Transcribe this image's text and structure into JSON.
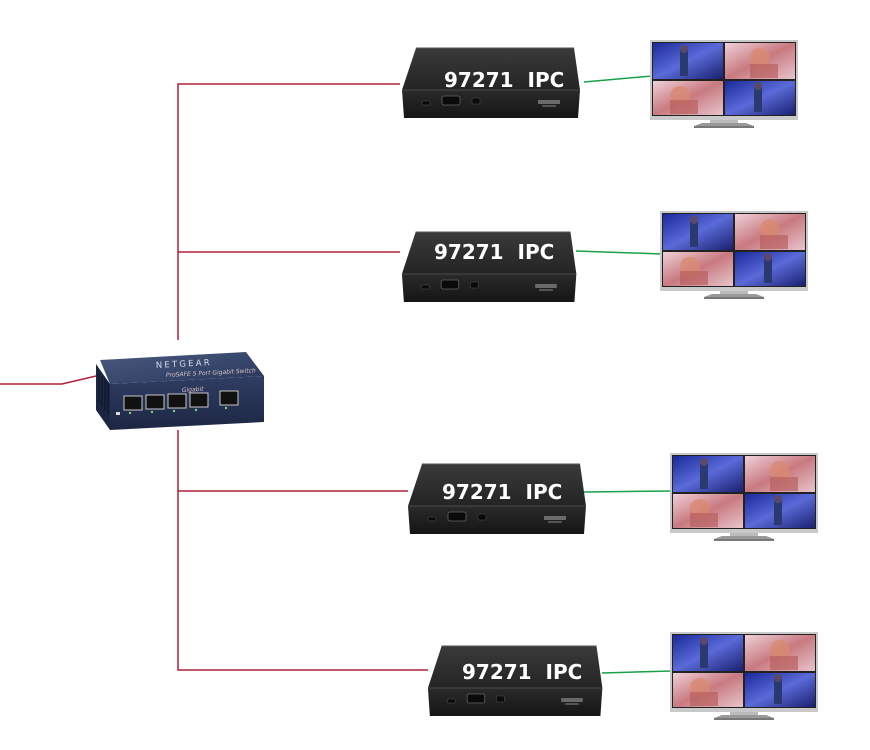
{
  "switch": {
    "brand": "NETGEAR",
    "model": "Gigabit",
    "subtitle": "ProSAFE 5 Port Gigabit Switch",
    "icon": "network-switch-icon"
  },
  "decoders": [
    {
      "label": "97271  IPC"
    },
    {
      "label": "97271  IPC"
    },
    {
      "label": "97271  IPC"
    },
    {
      "label": "97271  IPC"
    }
  ],
  "monitor_icon": "quad-view-tv-icon",
  "colors": {
    "network_link": "#b0203a",
    "hdmi_link": "#1aa04a",
    "device_body": "#2b2b2b",
    "switch_body": "#2d3a5c"
  }
}
